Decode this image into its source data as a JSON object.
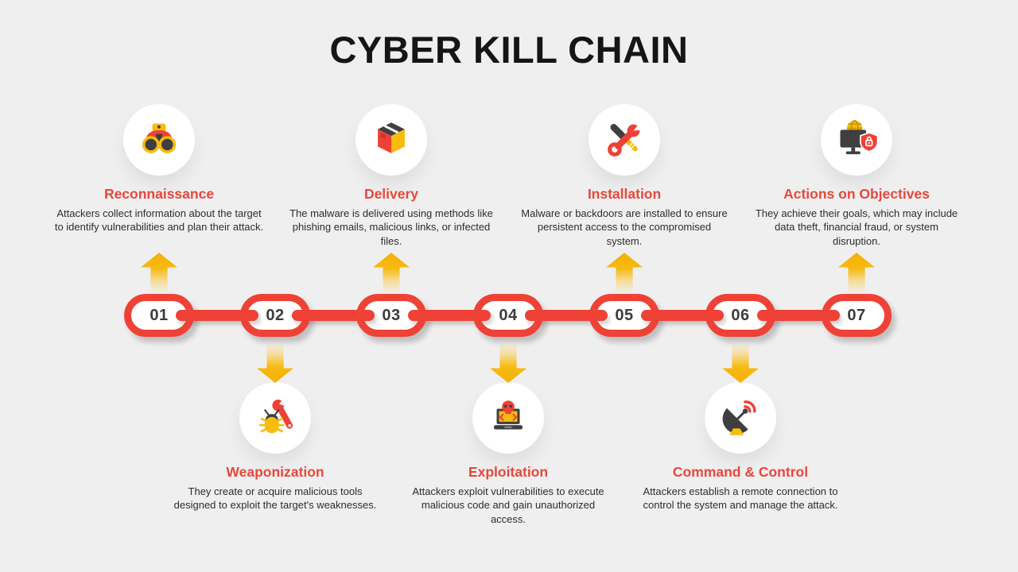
{
  "title": "CYBER KILL CHAIN",
  "colors": {
    "background": "#F0EFEF",
    "chain_red": "#EF4136",
    "heading_red": "#E8473C",
    "arrow_gold": "#F5B007",
    "icon_yellow": "#F8BC0F",
    "icon_dark": "#3F3F3F",
    "number_text": "#3B3B3B",
    "body_text": "#2D2D2D",
    "title_text": "#151515"
  },
  "stages": [
    {
      "number": "01",
      "title": "Reconnaissance",
      "position": "top",
      "icon": "binoculars-icon",
      "description": "Attackers collect information about the target to identify vulnerabilities and plan their attack."
    },
    {
      "number": "02",
      "title": "Weaponization",
      "position": "bottom",
      "icon": "bug-wrench-icon",
      "description": "They create or acquire malicious tools designed to exploit the target's weaknesses."
    },
    {
      "number": "03",
      "title": "Delivery",
      "position": "top",
      "icon": "package-icon",
      "description": "The malware is delivered using methods like phishing emails, malicious links, or infected files."
    },
    {
      "number": "04",
      "title": "Exploitation",
      "position": "bottom",
      "icon": "laptop-skull-icon",
      "description": "Attackers exploit vulnerabilities to execute malicious code and gain unauthorized access."
    },
    {
      "number": "05",
      "title": "Installation",
      "position": "top",
      "icon": "wrench-screwdriver-icon",
      "description": "Malware or backdoors are installed to ensure persistent access to the compromised system."
    },
    {
      "number": "06",
      "title": "Command & Control",
      "position": "bottom",
      "icon": "satellite-dish-icon",
      "description": "Attackers establish a remote connection to control the system and manage the attack."
    },
    {
      "number": "07",
      "title": "Actions on Objectives",
      "position": "top",
      "icon": "monitor-shield-icon",
      "description": "They achieve their goals, which may include data theft, financial fraud, or system disruption."
    }
  ]
}
